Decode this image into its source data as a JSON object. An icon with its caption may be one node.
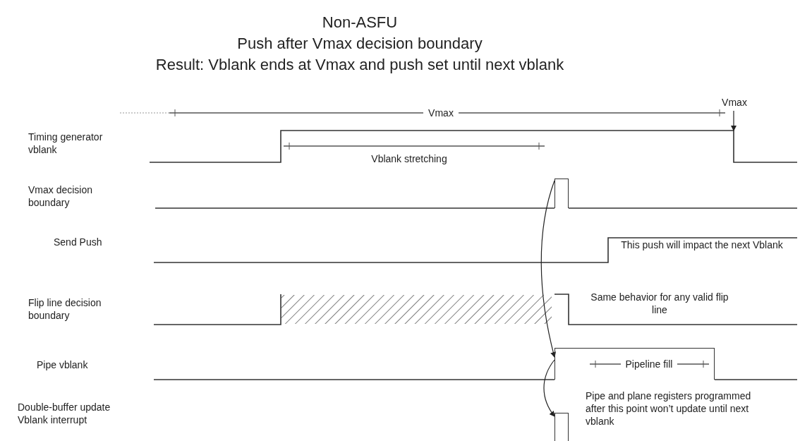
{
  "diagram": {
    "title": "Non-ASFU",
    "nodes": [
      {
        "text": [
          "Vmax"
        ]
      },
      {
        "text": [],
        "shape": "bar"
      },
      {
        "text": [],
        "shape": "bar"
      },
      {
        "text": [],
        "shape": "bar"
      }
    ],
    "edges": [
      {
        "from": 0,
        "to": null,
        "arrow": "to"
      },
      {
        "from": 1,
        "to": 2,
        "arrow": "to"
      },
      {
        "from": 2,
        "to": 3,
        "arrow": "to"
      }
    ],
    "labels": [
      "Push after Vmax decision boundary",
      "Result: Vblank ends at Vmax and push set until next vblank",
      "Vmax",
      "Timing generator vblank",
      "Vblank stretching",
      "Vmax decision boundary",
      "Send Push",
      "This push will impact the next Vblank",
      "Flip line decision boundary",
      "Same behavior for any valid flip line",
      "Pipe vblank",
      "Pipeline fill",
      "Double-buffer update Vblank interrupt",
      "Pipe and plane registers programmed after this point won’t update until next vblank"
    ]
  }
}
